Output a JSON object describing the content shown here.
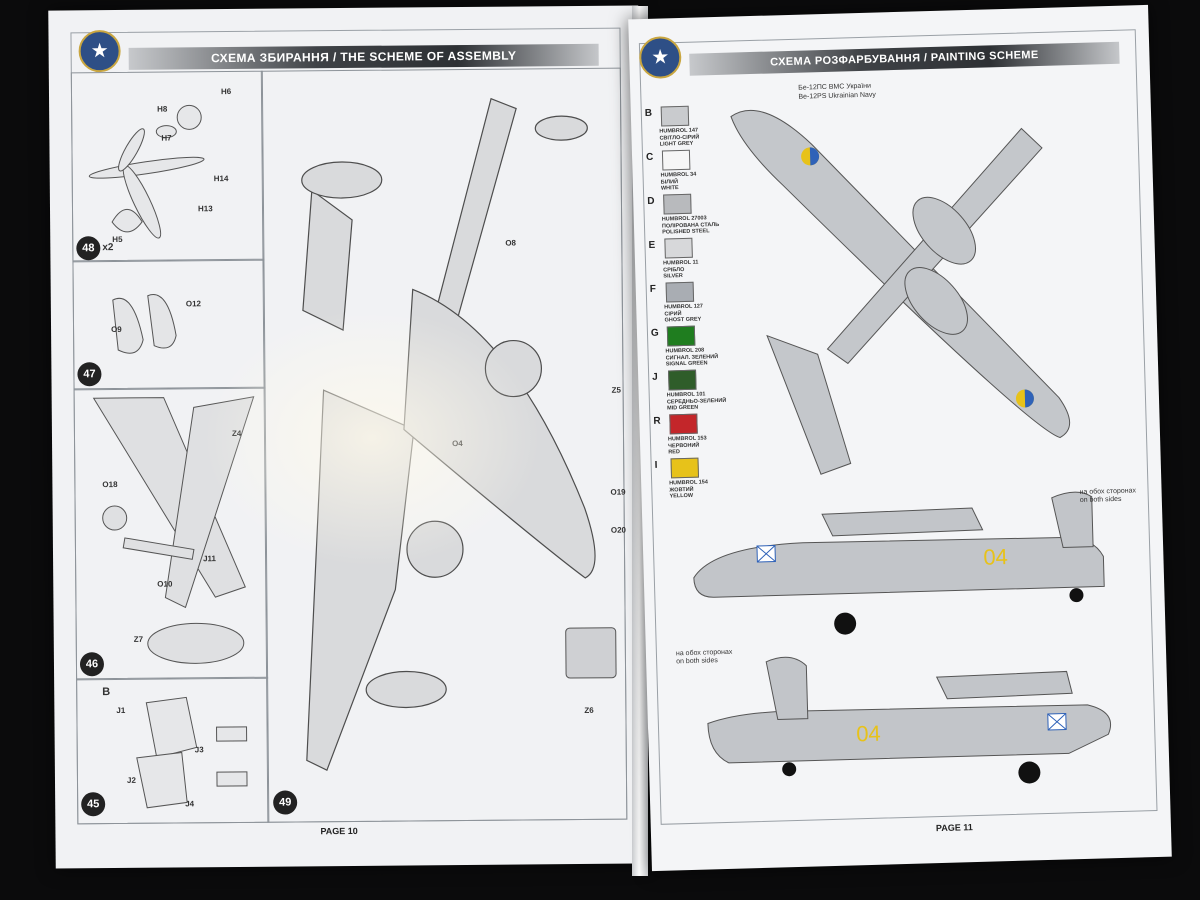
{
  "left_page": {
    "header": "СХЕМА ЗБИРАННЯ / THE SCHEME OF ASSEMBLY",
    "page_label": "PAGE 10",
    "steps": [
      "48",
      "47",
      "46",
      "45",
      "49"
    ],
    "step48_multiplier": "x2",
    "step45_paint": "B",
    "part_labels": [
      "H5",
      "H6",
      "H7",
      "H8",
      "H13",
      "H14",
      "O9",
      "O12",
      "O10",
      "O18",
      "O19",
      "O20",
      "Z4",
      "Z5",
      "Z6",
      "Z7",
      "J1",
      "J2",
      "J3",
      "J4",
      "J11",
      "O8",
      "O4"
    ]
  },
  "right_page": {
    "header": "СХЕМА РОЗФАРБУВАННЯ / PAINTING SCHEME",
    "page_label": "PAGE 11",
    "variant_ua": "Бе-12ПС ВМС України",
    "variant_en": "Be-12PS Ukrainian Navy",
    "both_sides_note_1": "на обох сторонах on both sides",
    "both_sides_note_2": "на обох сторонах on both sides",
    "aircraft_number": "04",
    "paints": [
      {
        "letter": "B",
        "code": "HUMBROL 147",
        "ua": "СВІТЛО-СІРИЙ",
        "en": "LIGHT GREY",
        "color": "#c9cbce"
      },
      {
        "letter": "C",
        "code": "HUMBROL 34",
        "ua": "БІЛИЙ",
        "en": "WHITE",
        "color": "#f6f6f6"
      },
      {
        "letter": "D",
        "code": "HUMBROL 27003",
        "ua": "ПОЛІРОВАНА СТАЛЬ",
        "en": "POLISHED STEEL",
        "color": "#b8babd"
      },
      {
        "letter": "E",
        "code": "HUMBROL 11",
        "ua": "СРІБЛО",
        "en": "SILVER",
        "color": "#d7d8da"
      },
      {
        "letter": "F",
        "code": "HUMBROL 127",
        "ua": "СІРИЙ",
        "en": "GHOST GREY",
        "color": "#a9adb3"
      },
      {
        "letter": "G",
        "code": "HUMBROL 208",
        "ua": "СИГНАЛ. ЗЕЛЕНИЙ",
        "en": "SIGNAL GREEN",
        "color": "#1f7d1f"
      },
      {
        "letter": "J",
        "code": "HUMBROL 101",
        "ua": "СЕРЕДНЬО-ЗЕЛЕНИЙ",
        "en": "MID GREEN",
        "color": "#2f5d2a"
      },
      {
        "letter": "R",
        "code": "HUMBROL 153",
        "ua": "ЧЕРВОНИЙ",
        "en": "RED",
        "color": "#c3262a"
      },
      {
        "letter": "I",
        "code": "HUMBROL 154",
        "ua": "ЖОВТИЙ",
        "en": "YELLOW",
        "color": "#e7c21a"
      }
    ]
  }
}
